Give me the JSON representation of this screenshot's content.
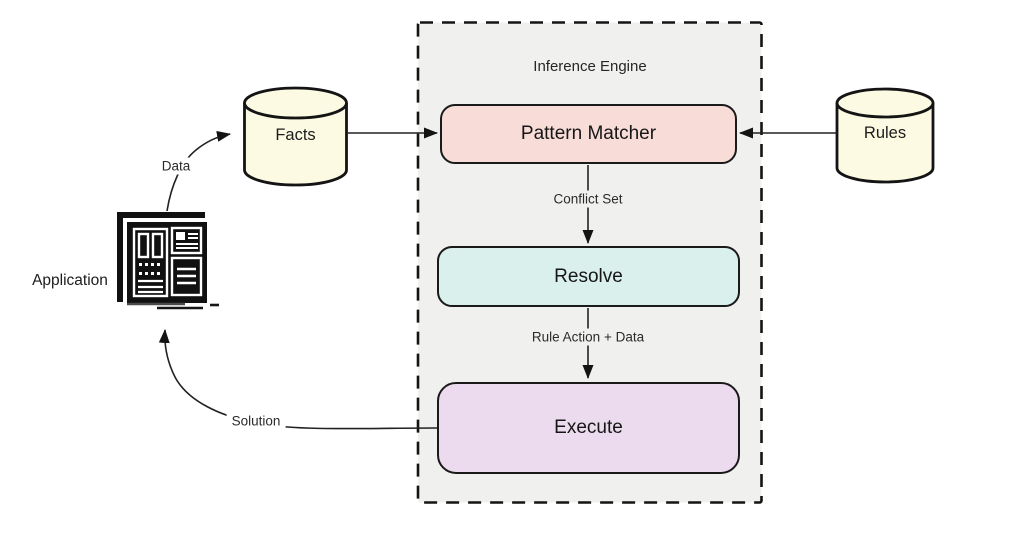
{
  "diagram": {
    "title": "Inference Engine",
    "colors": {
      "background": "#ffffff",
      "container_fill": "#f0f0ee",
      "border": "#1a1a1a",
      "line": "#222222",
      "label_bg_white": "#ffffff",
      "pattern_matcher_fill": "#f7dcd7",
      "resolve_fill": "#d9f0ed",
      "execute_fill": "#ecdbee",
      "datastore_fill": "#fcfae3"
    },
    "nodes": {
      "pattern_matcher": {
        "label": "Pattern Matcher",
        "type": "process"
      },
      "resolve": {
        "label": "Resolve",
        "type": "process"
      },
      "execute": {
        "label": "Execute",
        "type": "process"
      },
      "facts": {
        "label": "Facts",
        "type": "datastore"
      },
      "rules": {
        "label": "Rules",
        "type": "datastore"
      },
      "application": {
        "label": "Application",
        "icon": "application-window-icon"
      }
    },
    "edges": {
      "data": {
        "label": "Data",
        "from": "application",
        "to": "facts"
      },
      "facts_to_matcher": {
        "from": "facts",
        "to": "pattern_matcher"
      },
      "rules_to_matcher": {
        "from": "rules",
        "to": "pattern_matcher"
      },
      "conflict_set": {
        "label": "Conflict Set",
        "from": "pattern_matcher",
        "to": "resolve"
      },
      "rule_action": {
        "label": "Rule Action + Data",
        "from": "resolve",
        "to": "execute"
      },
      "solution": {
        "label": "Solution",
        "from": "execute",
        "to": "application"
      }
    }
  }
}
